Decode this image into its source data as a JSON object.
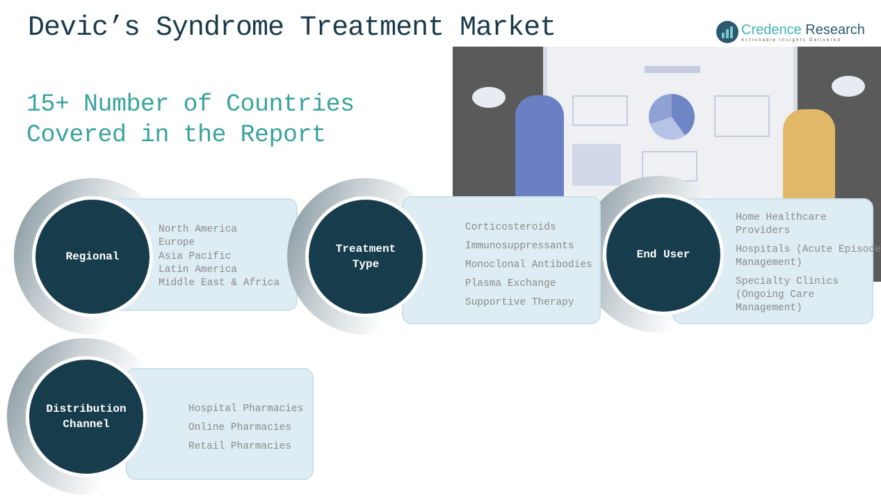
{
  "title": "Devic’s Syndrome Treatment Market",
  "subtitle": [
    "15+ Number of Countries",
    "Covered in the Report"
  ],
  "logo": {
    "name1": "Credence",
    "name2": " Research",
    "tagline": "Actionable Insights Delivered"
  },
  "segments": [
    {
      "label": [
        "Regional"
      ],
      "items": [
        "North America",
        "Europe",
        "Asia Pacific",
        "Latin America",
        "Middle East & Africa"
      ]
    },
    {
      "label": [
        "Treatment",
        "Type"
      ],
      "items": [
        "Corticosteroids",
        "Immunosuppressants",
        "Monoclonal Antibodies",
        "Plasma Exchange",
        "Supportive Therapy"
      ]
    },
    {
      "label": [
        "End User"
      ],
      "items": [
        "Home Healthcare",
        "Providers",
        "Hospitals (Acute Episode",
        "Management)",
        "Specialty Clinics",
        "(Ongoing Care",
        "Management)"
      ]
    },
    {
      "label": [
        "Distribution",
        "Channel"
      ],
      "items": [
        "Hospital Pharmacies",
        "Online Pharmacies",
        "Retail Pharmacies"
      ]
    }
  ]
}
